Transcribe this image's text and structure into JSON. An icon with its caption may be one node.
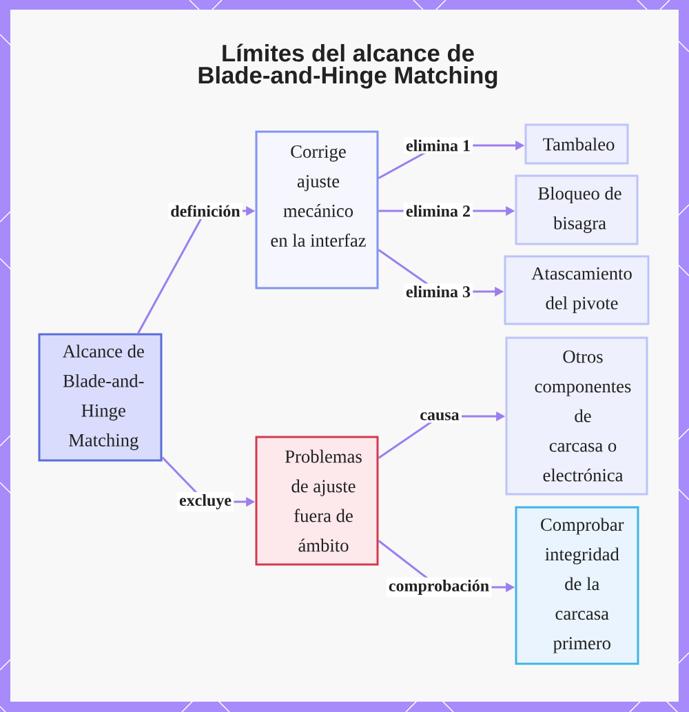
{
  "diagram": {
    "title": "Límites del alcance de Blade-and-Hinge Matching",
    "nodes": [
      {
        "text": [
          "Alcance de Blade-and-Hinge Matching"
        ]
      },
      {
        "text": [
          "Corrige ajuste mecánico en la interfaz"
        ]
      },
      {
        "text": [
          "Problemas de ajuste fuera de ámbito"
        ]
      },
      {
        "text": [
          "Tambaleo"
        ]
      },
      {
        "text": [
          "Bloqueo de bisagra"
        ]
      },
      {
        "text": [
          "Atascamiento del pivote"
        ]
      },
      {
        "text": [
          "Otros componentes de carcasa o electrónica"
        ]
      },
      {
        "text": [
          "Comprobar integridad de la carcasa primero"
        ]
      }
    ],
    "edges": [
      {
        "from": 0,
        "to": 1,
        "arrow": "to",
        "label": "definición"
      },
      {
        "from": 1,
        "to": 3,
        "arrow": "to",
        "label": "elimina 1"
      },
      {
        "from": 1,
        "to": 4,
        "arrow": "to",
        "label": "elimina 2"
      },
      {
        "from": 1,
        "to": 5,
        "arrow": "to",
        "label": "elimina 3"
      },
      {
        "from": 0,
        "to": 2,
        "arrow": "to",
        "label": "excluye"
      },
      {
        "from": 2,
        "to": 6,
        "arrow": "to",
        "label": "causa"
      },
      {
        "from": 2,
        "to": 7,
        "arrow": "to",
        "label": "comprobación"
      }
    ]
  }
}
